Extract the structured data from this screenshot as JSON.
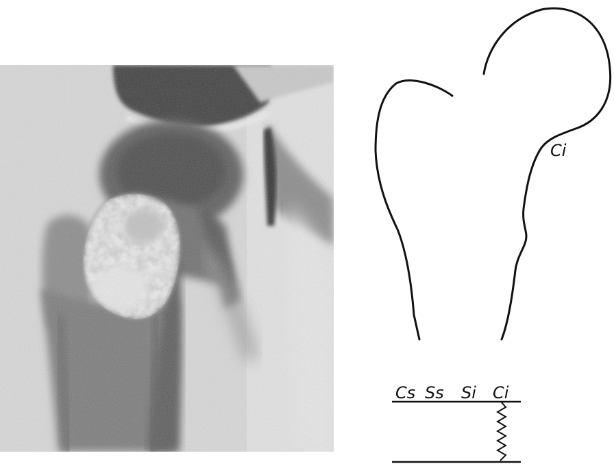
{
  "figure": {
    "outline": {
      "label": "Ci"
    },
    "legend": {
      "labels": [
        "Cs",
        "Ss",
        "Si",
        "Ci"
      ]
    }
  }
}
